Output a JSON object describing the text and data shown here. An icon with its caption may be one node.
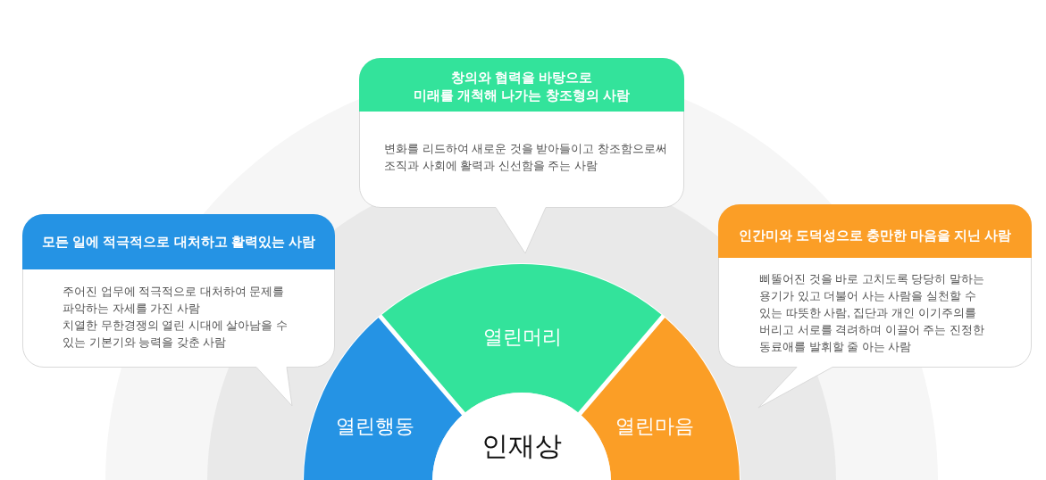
{
  "diagram": {
    "nodes": [
      {
        "text": [
          "창의와 협력을 바탕으로 미래를 개척해 나가는 창조형의 사람",
          "변화를 리드하여 새로운 것을 받아들이고 창조함으로써 조직과 사회에 활력과 신선함을 주는 사람"
        ]
      },
      {
        "text": [
          "모든 일에 적극적으로 대처하고 활력있는 사람",
          "주어진 업무에 적극적으로 대처하여 문제를 파악하는 자세를 가진 사람",
          "치열한 무한경쟁의 열린 시대에 살아남을 수 있는 기본기와 능력을 갖춘 사람"
        ]
      },
      {
        "text": [
          "인간미와 도덕성으로 충만한 마음을 지닌 사람",
          "삐뚤어진 것을 바로 고치도록 당당히 말하는 용기가 있고 더불어 사는 사람을 실천할 수 있는 따뜻한 사람, 집단과 개인 이기주의를 버리고 서로를 격려하며 이끌어 주는 진정한 동료애를 발휘할 줄 아는 사람"
        ]
      },
      {
        "text": [
          "열린머리"
        ]
      },
      {
        "text": [
          "열린행동"
        ]
      },
      {
        "text": [
          "열린마음"
        ]
      },
      {
        "text": [
          "인재상"
        ]
      }
    ]
  }
}
